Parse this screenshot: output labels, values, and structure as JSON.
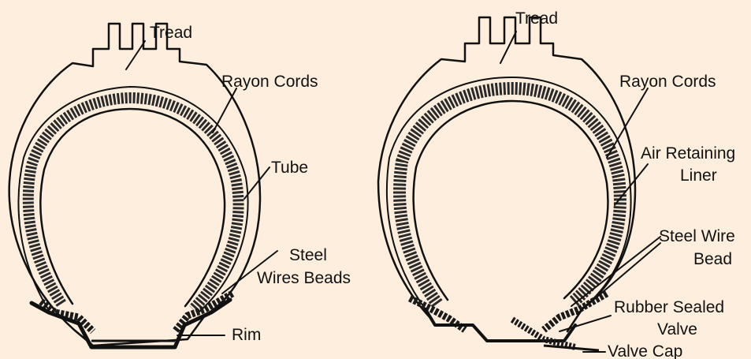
{
  "colors": {
    "background": "#fdeedd",
    "ink": "#111111"
  },
  "left_tire": {
    "labels": {
      "tread": "Tread",
      "rayon_cords": "Rayon Cords",
      "tube": "Tube",
      "steel_line1": "Steel",
      "steel_line2": "Wires Beads",
      "rim": "Rim"
    }
  },
  "right_tire": {
    "labels": {
      "tread": "Tread",
      "rayon_cords": "Rayon Cords",
      "air_line1": "Air Retaining",
      "air_line2": "Liner",
      "steel_line1": "Steel Wire",
      "steel_line2": "Bead",
      "rubber_line1": "Rubber Sealed",
      "rubber_line2": "Valve",
      "valve_cap": "Valve Cap"
    }
  }
}
